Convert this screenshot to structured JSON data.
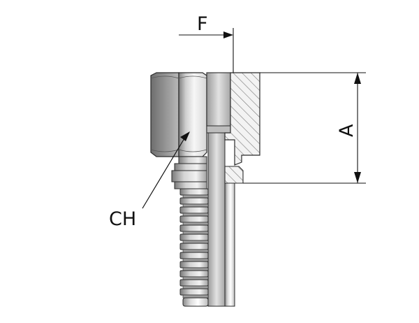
{
  "labels": {
    "f": "F",
    "a": "A",
    "ch": "CH"
  },
  "colors": {
    "outline": "#2b2b2b",
    "metal_light": "#f4f4f4",
    "metal_mid": "#c9c9c9",
    "metal_dark": "#8c8c8c",
    "hatch": "#666666",
    "dimension": "#111111"
  }
}
